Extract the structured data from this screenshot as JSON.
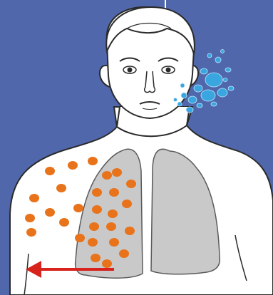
{
  "diagram": {
    "colors": {
      "background": "#5068ab",
      "skin": "#ffffff",
      "outline": "#2a2a2a",
      "lung": "#c9c9c9",
      "lung_outline": "#5a5a5a",
      "spots": "#e8731a",
      "droplets": "#3aa6e0",
      "arrow": "#d8231d"
    },
    "elements": {
      "figure": "human-figure",
      "lungs": [
        "left-lung-affected",
        "right-lung"
      ],
      "spots": "infection-spots",
      "droplets": "breath-droplets",
      "arrow": "spread-arrow"
    }
  }
}
